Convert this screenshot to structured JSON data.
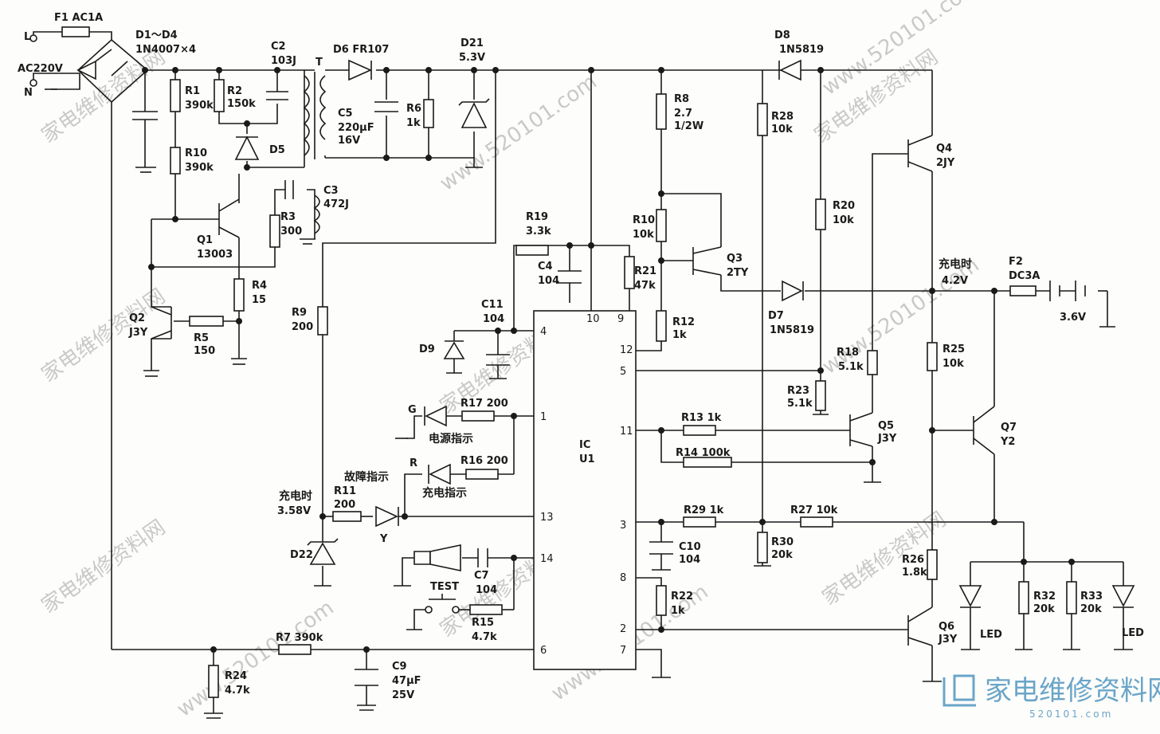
{
  "watermarks": {
    "cn": "家电维修资料网",
    "url": "www.520101.com"
  },
  "brand": {
    "name": "家电维修资料网",
    "url": "520101.com"
  },
  "labels": {
    "f1": "F1 AC1A",
    "l": "L",
    "ac220v": "AC220V",
    "n": "N",
    "d1d4": "D1～D4",
    "bridge_part": "1N4007×4",
    "r1": "R1",
    "r1_val": "390k",
    "r2": "R2",
    "r2_val": "150k",
    "c2": "C2",
    "c2_val": "103J",
    "t": "T",
    "r10a": "R10",
    "r10a_val": "390k",
    "d5": "D5",
    "c3": "C3",
    "c3_val": "472J",
    "r3": "R3",
    "r3_val": "300",
    "q1": "Q1",
    "q1_part": "13003",
    "r4": "R4",
    "r4_val": "15",
    "q2": "Q2",
    "q2_part": "J3Y",
    "r5": "R5",
    "r5_val": "150",
    "d6": "D6 FR107",
    "c5": "C5",
    "c5_val": "220μF",
    "c5_volt": "16V",
    "r6": "R6",
    "r6_val": "1k",
    "d21": "D21",
    "d21_val": "5.3V",
    "d8": "D8",
    "d8_part": "1N5819",
    "r8": "R8",
    "r8_val": "2.7",
    "r8_power": "1/2W",
    "r28": "R28",
    "r28_val": "10k",
    "q4": "Q4",
    "q4_part": "2JY",
    "r20": "R20",
    "r20_val": "10k",
    "r10b": "R10",
    "r10b_val": "10k",
    "q3": "Q3",
    "q3_part": "2TY",
    "r19": "R19",
    "r19_val": "3.3k",
    "c4": "C4",
    "c4_val": "104",
    "r21": "R21",
    "r21_val": "47k",
    "c11": "C11",
    "c11_val": "104",
    "r12": "R12",
    "r12_val": "1k",
    "d7": "D7",
    "d7_part": "1N5819",
    "charging_cn": "充电时",
    "charging_volt": "4.2V",
    "f2": "F2",
    "f2_val": "DC3A",
    "battery": "3.6V",
    "d9": "D9",
    "r18": "R18",
    "r18_val": "5.1k",
    "r25": "R25",
    "r25_val": "10k",
    "r23": "R23",
    "r23_val": "5.1k",
    "r17": "R17 200",
    "led_g": "G",
    "power_indicator": "电源指示",
    "led_r": "R",
    "r16": "R16 200",
    "fault_indicator": "故障指示",
    "charge_indicator": "充电指示",
    "r13": "R13 1k",
    "r14": "R14 100k",
    "q5": "Q5",
    "q5_part": "J3Y",
    "q7": "Q7",
    "q7_part": "Y2",
    "ic": "IC",
    "ic_ref": "U1",
    "charging_left_cn": "充电时",
    "charging_left_volt": "3.58V",
    "r11": "R11",
    "r11_val": "200",
    "led_y": "Y",
    "r29": "R29 1k",
    "r27": "R27 10k",
    "c10": "C10",
    "c10_val": "104",
    "r30": "R30",
    "r30_val": "20k",
    "r26": "R26",
    "r26_val": "1.8k",
    "r32": "R32",
    "r32_val": "20k",
    "r33": "R33",
    "r33_val": "20k",
    "led_left": "LED",
    "led_right": "LED",
    "q6": "Q6",
    "q6_part": "J3Y",
    "r22": "R22",
    "r22_val": "1k",
    "d22": "D22",
    "test": "TEST",
    "c7": "C7",
    "c7_val": "104",
    "r15": "R15",
    "r15_val": "4.7k",
    "r7": "R7 390k",
    "r24": "R24",
    "r24_val": "4.7k",
    "c9": "C9",
    "c9_val": "47μF",
    "c9_volt": "25V",
    "r9": "R9",
    "r9_val": "200"
  },
  "pins": {
    "p4": "4",
    "p10": "10",
    "p9": "9",
    "p12": "12",
    "p5": "5",
    "p1": "1",
    "p11": "11",
    "p13": "13",
    "p3": "3",
    "p14": "14",
    "p8": "8",
    "p2": "2",
    "p7": "7",
    "p6": "6"
  }
}
